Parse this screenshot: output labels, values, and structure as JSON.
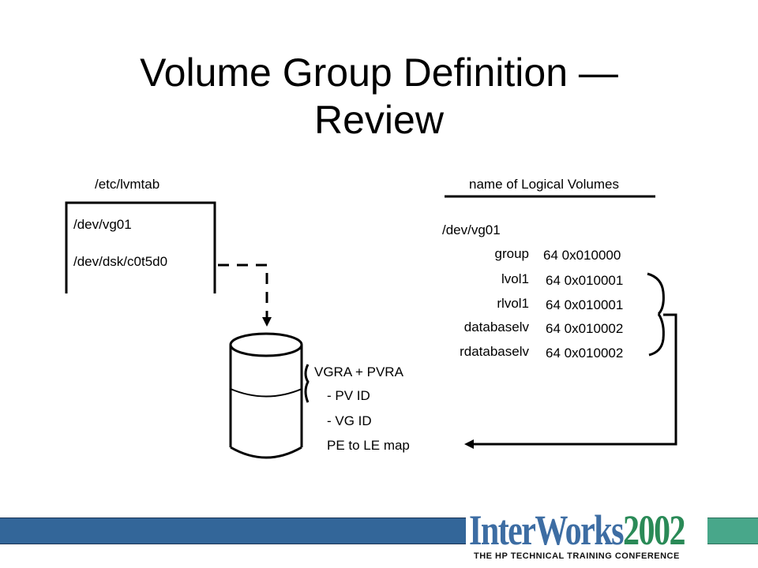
{
  "slide": {
    "title_line1": "Volume Group Definition —",
    "title_line2": "Review"
  },
  "lvmtab": {
    "label": "/etc/lvmtab",
    "entries": [
      "/dev/vg01",
      "/dev/dsk/c0t5d0"
    ]
  },
  "disk_contents": {
    "header": "VGRA + PVRA",
    "items": [
      "- PV ID",
      "- VG ID",
      "PE to LE map"
    ]
  },
  "logical_volumes": {
    "header": "name of Logical Volumes",
    "directory": "/dev/vg01",
    "rows": [
      {
        "name": "group",
        "value": "64 0x010000"
      },
      {
        "name": "lvol1",
        "value": "64 0x010001"
      },
      {
        "name": "rlvol1",
        "value": "64 0x010001"
      },
      {
        "name": "databaselv",
        "value": "64 0x010002"
      },
      {
        "name": "rdatabaselv",
        "value": "64 0x010002"
      }
    ]
  },
  "footer": {
    "logo_word": "InterWorks",
    "logo_year": "2002",
    "tagline": "THE HP TECHNICAL TRAINING CONFERENCE",
    "colors": {
      "bar": "#336699",
      "accent": "#48a78a"
    }
  }
}
